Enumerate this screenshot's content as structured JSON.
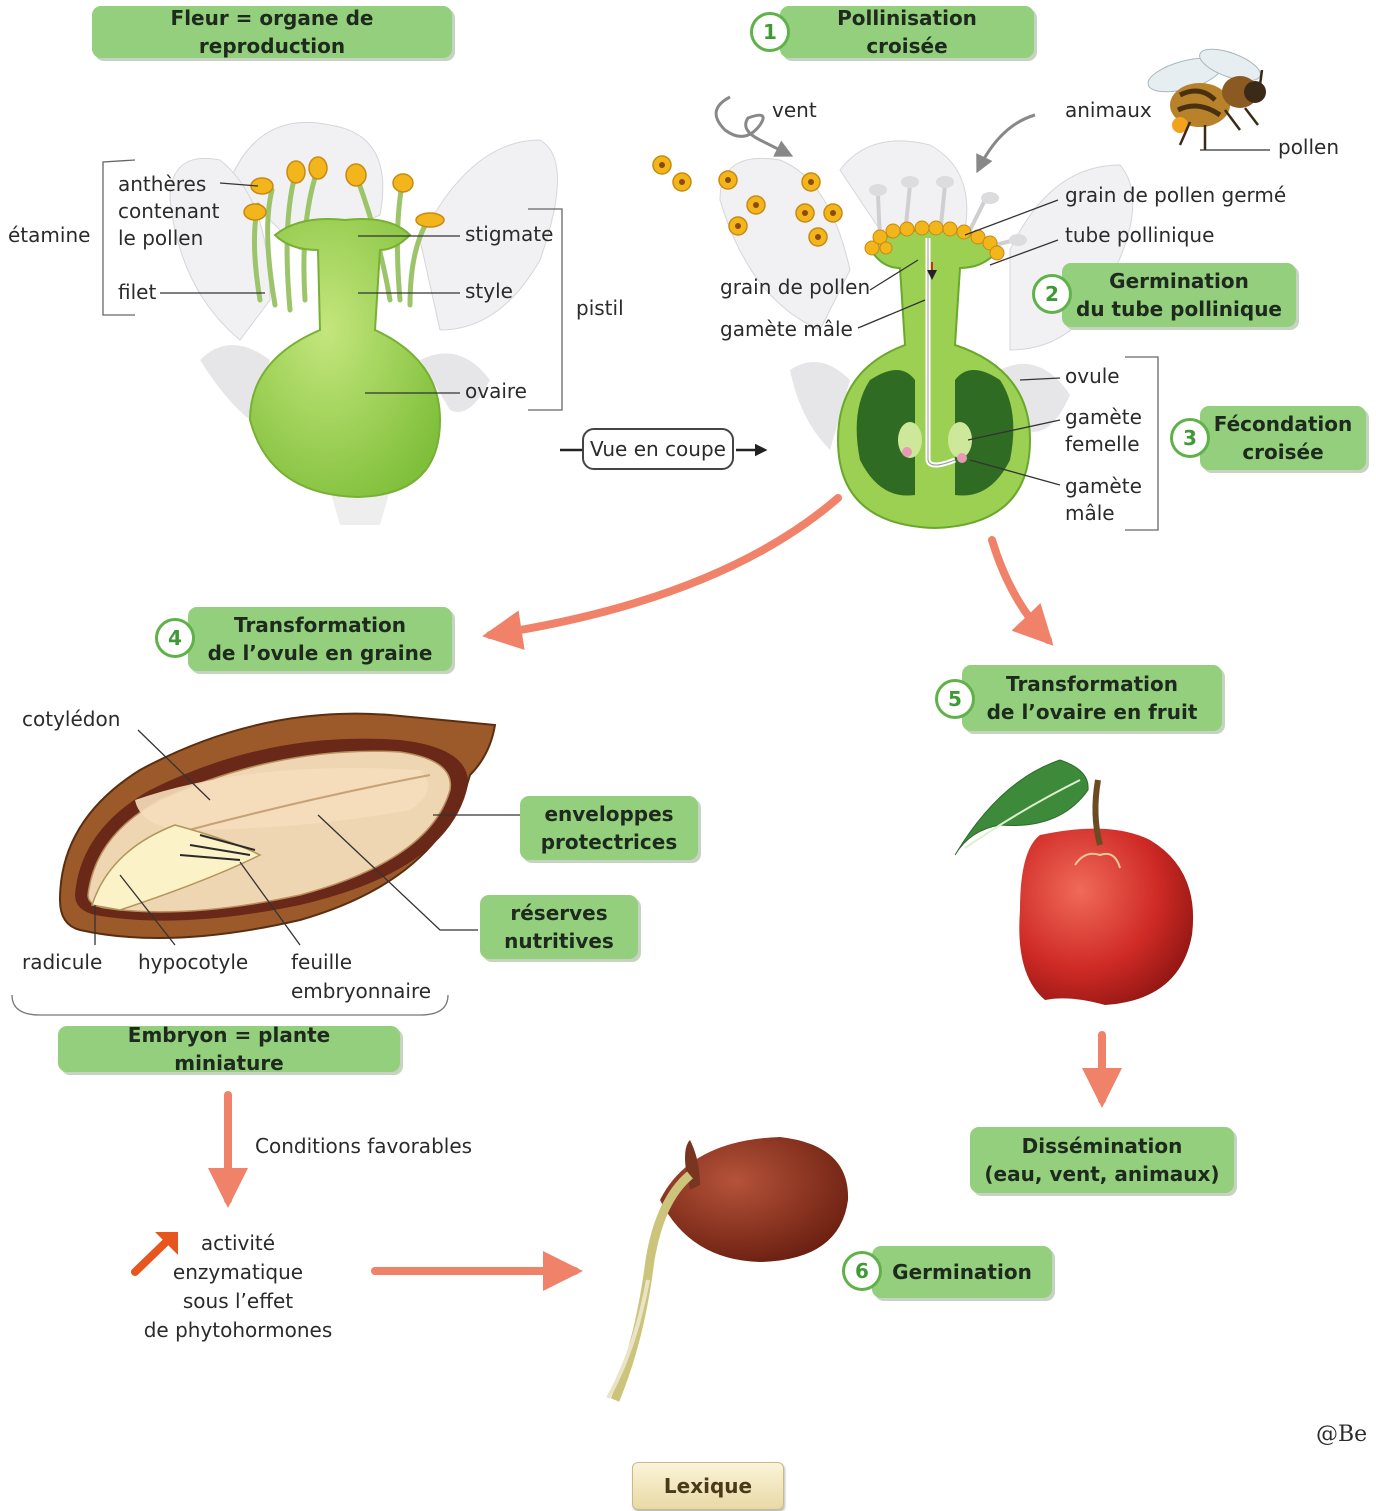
{
  "flower": {
    "title": "Fleur = organe de reproduction",
    "etamine": "étamine",
    "antheres": [
      "anthères",
      "contenant",
      "le pollen"
    ],
    "filet": "filet",
    "stigmate": "stigmate",
    "style": "style",
    "ovaire": "ovaire",
    "pistil": "pistil"
  },
  "vue_en_coupe": "Vue en coupe",
  "pollination": {
    "step": "1",
    "title": "Pollinisation croisée",
    "vent": "vent",
    "animaux": "animaux",
    "pollen": "pollen",
    "grain_germe": "grain de pollen germé",
    "tube": "tube pollinique",
    "grain": "grain de pollen",
    "gamete_male": "gamète mâle",
    "ovule": "ovule",
    "gamete_femelle": [
      "gamète",
      "femelle"
    ],
    "gamete_male2": [
      "gamète",
      "mâle"
    ]
  },
  "germination_tube": {
    "step": "2",
    "title": [
      "Germination",
      "du tube pollinique"
    ]
  },
  "fecondation": {
    "step": "3",
    "title": [
      "Fécondation",
      "croisée"
    ]
  },
  "graine": {
    "step": "4",
    "title": [
      "Transformation",
      "de l’ovule en graine"
    ],
    "cotyledon": "cotylédon",
    "enveloppes": [
      "enveloppes",
      "protectrices"
    ],
    "reserves": [
      "réserves",
      "nutritives"
    ],
    "radicule": "radicule",
    "hypocotyle": "hypocotyle",
    "feuille": [
      "feuille",
      "embryonnaire"
    ],
    "embryon": "Embryon = plante miniature"
  },
  "fruit": {
    "step": "5",
    "title": [
      "Transformation",
      "de l’ovaire en fruit"
    ],
    "dissemination": [
      "Dissémination",
      "(eau, vent, animaux)"
    ]
  },
  "germination": {
    "conditions": "Conditions favorables",
    "activite": [
      "activité",
      "enzymatique",
      "sous l’effet",
      "de phytohormones"
    ],
    "step": "6",
    "title": "Germination"
  },
  "lexique": "Lexique",
  "watermark": "@Be",
  "colors": {
    "box": "#93cf7c",
    "ring": "#5fb24a",
    "arrow": "#f0826a",
    "pistil": "#8fcb45"
  }
}
